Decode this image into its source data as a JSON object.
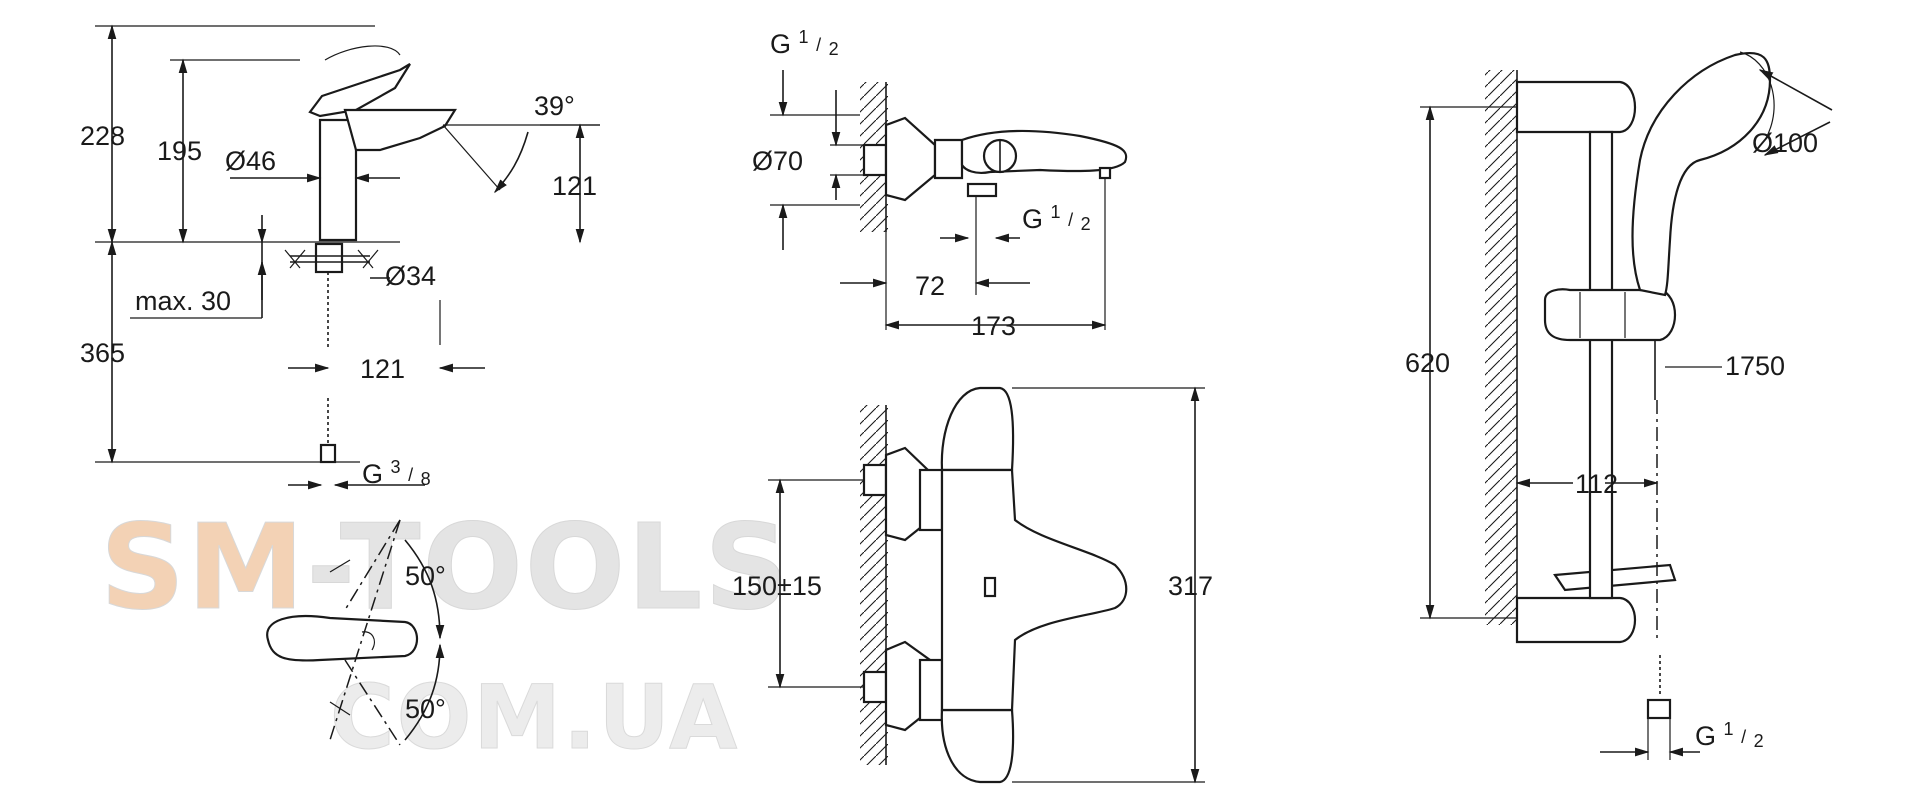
{
  "watermark": {
    "line1": "SM-TOOLS",
    "line2": "COM.UA",
    "color_sm": "#f3d2b5",
    "color_rest": "#e4e4e4"
  },
  "basin_mixer": {
    "height_total": "228",
    "height_spout": "195",
    "base_diameter": "Ø46",
    "spout_angle": "39°",
    "spout_height": "121",
    "mount_diameter": "Ø34",
    "max_thickness": "max. 30",
    "below_height": "365",
    "spout_reach": "121",
    "hose_thread": "G",
    "hose_thread_num": "3",
    "hose_thread_den": "8"
  },
  "lever_top_view": {
    "angle_upper": "50°",
    "angle_lower": "50°"
  },
  "bath_spout": {
    "inlet_thread": "G",
    "inlet_thread_num": "1",
    "inlet_thread_den": "2",
    "rosette_diameter": "Ø70",
    "outlet_thread": "G",
    "outlet_thread_num": "1",
    "outlet_thread_den": "2",
    "outlet_offset": "72",
    "projection": "173"
  },
  "thermostat": {
    "connection_spacing": "150±15",
    "height": "317"
  },
  "shower_rail": {
    "rail_length": "620",
    "handshower_diameter": "Ø100",
    "hose_length": "1750",
    "wall_offset": "112",
    "hose_thread": "G",
    "hose_thread_num": "1",
    "hose_thread_den": "2"
  }
}
